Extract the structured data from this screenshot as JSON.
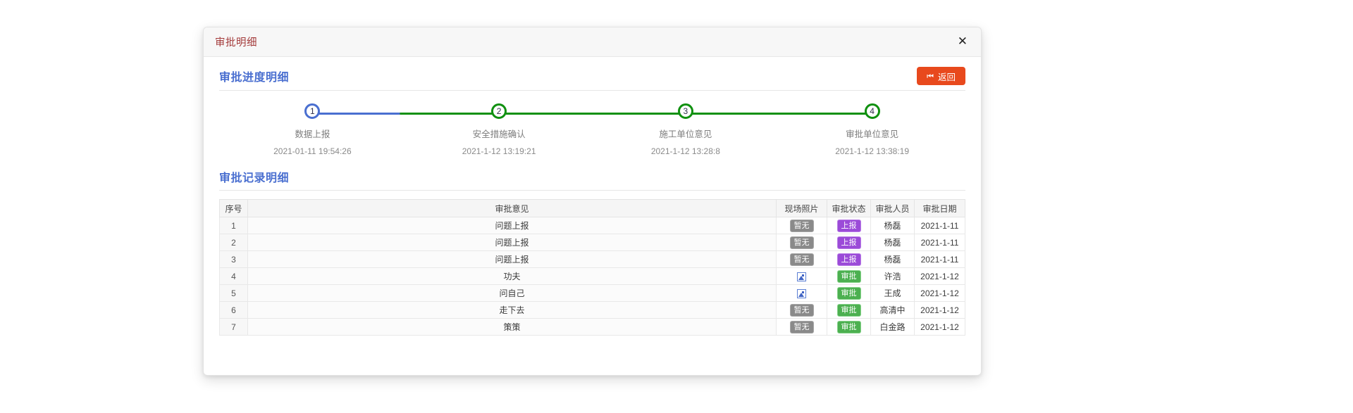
{
  "modal": {
    "title": "审批明细",
    "close_icon": "close-icon",
    "close_glyph": "✕"
  },
  "progress_section": {
    "title": "审批进度明细",
    "return_button": {
      "label": "返回",
      "icon": "skip-previous-icon",
      "icon_glyph": "⏮",
      "color": "#e8491d"
    },
    "steps": [
      {
        "number": "1",
        "label": "数据上报",
        "date": "2021-01-11 19:54:26",
        "state": "blue",
        "color": "#4a6fd0"
      },
      {
        "number": "2",
        "label": "安全措施确认",
        "date": "2021-1-12 13:19:21",
        "state": "green",
        "color": "#109010"
      },
      {
        "number": "3",
        "label": "施工单位意见",
        "date": "2021-1-12 13:28:8",
        "state": "green",
        "color": "#109010"
      },
      {
        "number": "4",
        "label": "审批单位意见",
        "date": "2021-1-12 13:38:19",
        "state": "green",
        "color": "#109010"
      }
    ],
    "connector_states": [
      "none",
      "split",
      "green",
      "green"
    ]
  },
  "records_section": {
    "title": "审批记录明细",
    "columns": [
      "序号",
      "审批意见",
      "现场照片",
      "审批状态",
      "审批人员",
      "审批日期"
    ],
    "rows": [
      {
        "idx": "1",
        "opinion": "问题上报",
        "photo_type": "none",
        "photo_label": "暂无",
        "status": "上报",
        "status_color": "purple",
        "person": "杨磊",
        "date": "2021-1-11"
      },
      {
        "idx": "2",
        "opinion": "问题上报",
        "photo_type": "none",
        "photo_label": "暂无",
        "status": "上报",
        "status_color": "purple",
        "person": "杨磊",
        "date": "2021-1-11"
      },
      {
        "idx": "3",
        "opinion": "问题上报",
        "photo_type": "none",
        "photo_label": "暂无",
        "status": "上报",
        "status_color": "purple",
        "person": "杨磊",
        "date": "2021-1-11"
      },
      {
        "idx": "4",
        "opinion": "功夫",
        "photo_type": "image",
        "photo_label": "",
        "status": "审批",
        "status_color": "green",
        "person": "许浩",
        "date": "2021-1-12"
      },
      {
        "idx": "5",
        "opinion": "问自己",
        "photo_type": "image",
        "photo_label": "",
        "status": "审批",
        "status_color": "green",
        "person": "王成",
        "date": "2021-1-12"
      },
      {
        "idx": "6",
        "opinion": "走下去",
        "photo_type": "none",
        "photo_label": "暂无",
        "status": "审批",
        "status_color": "green",
        "person": "高清中",
        "date": "2021-1-12"
      },
      {
        "idx": "7",
        "opinion": "策策",
        "photo_type": "none",
        "photo_label": "暂无",
        "status": "审批",
        "status_color": "green",
        "person": "白金路",
        "date": "2021-1-12"
      }
    ]
  }
}
